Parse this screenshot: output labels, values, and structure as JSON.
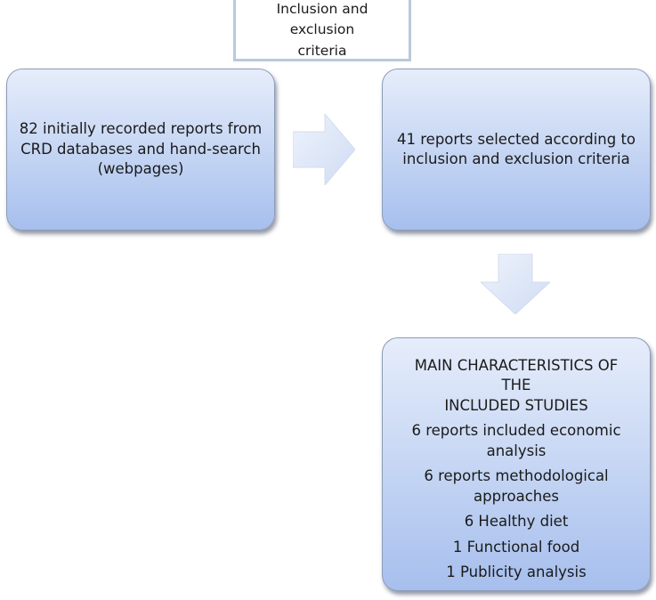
{
  "criteria": {
    "line1": "Inclusion and exclusion",
    "line2": "criteria"
  },
  "box_initial": {
    "line1": "82 initially recorded reports from",
    "line2": "CRD databases and hand-search",
    "line3": "(webpages)"
  },
  "box_selected": {
    "line1": "41 reports selected according to",
    "line2": "inclusion and exclusion criteria"
  },
  "box_characteristics": {
    "heading_line1": "MAIN CHARACTERISTICS OF THE",
    "heading_line2": "INCLUDED STUDIES",
    "items": [
      {
        "line1": "6 reports included economic",
        "line2": "analysis"
      },
      {
        "line1": "6 reports methodological",
        "line2": "approaches"
      },
      {
        "line1": "6 Healthy diet",
        "line2": ""
      },
      {
        "line1": "1 Functional food",
        "line2": ""
      },
      {
        "line1": "1 Publicity analysis",
        "line2": ""
      }
    ]
  },
  "colors": {
    "box_fill_top": "#e6edfb",
    "box_fill_bottom": "#a7bfee",
    "box_border": "#8c9cb6",
    "arrow_fill": "#dbe5f7",
    "criteria_border": "#b9c9dd"
  },
  "icons": {
    "arrow_right": "right-arrow-icon",
    "arrow_down": "down-arrow-icon"
  }
}
